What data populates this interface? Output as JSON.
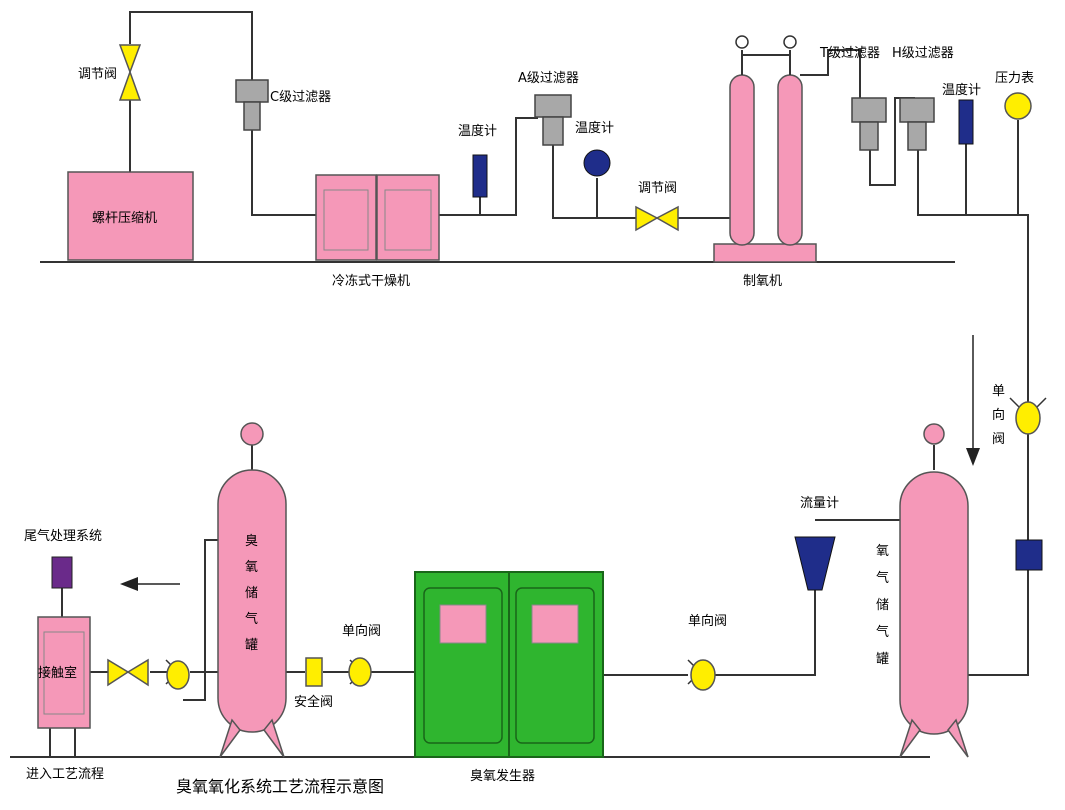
{
  "diagram": {
    "title": "臭氧氧化系统工艺流程示意图",
    "labels": {
      "regulating_valve_top": "调节阀",
      "c_filter": "C级过滤器",
      "screw_compressor": "螺杆压缩机",
      "freeze_dryer": "冷冻式干燥机",
      "temp_gauge_1": "温度计",
      "a_filter": "A级过滤器",
      "temp_gauge_2": "温度计",
      "regulating_valve_mid": "调节阀",
      "oxygen_generator": "制氧机",
      "t_filter": "T级过滤器",
      "h_filter": "H级过滤器",
      "temp_gauge_3": "温度计",
      "pressure_gauge": "压力表",
      "check_valve_right": "单向阀",
      "oxygen_buffer_tank": "氧气储气罐",
      "flow_meter": "流量计",
      "check_valve_mid": "单向阀",
      "ozone_generator": "臭氧发生器",
      "check_valve_left": "单向阀",
      "safety_valve": "安全阀",
      "ozone_buffer_tank": "臭氧储气罐",
      "exhaust_system": "尾气处理系统",
      "contact_chamber": "接触室",
      "to_process": "进入工艺流程"
    },
    "colors": {
      "equipment": "#f598b8",
      "filter": "#a8a8a8",
      "instrument": "#1f2d8a",
      "valve": "#ffee00",
      "ozone_generator": "#2fb52f",
      "exhaust": "#6a2a8a"
    }
  }
}
